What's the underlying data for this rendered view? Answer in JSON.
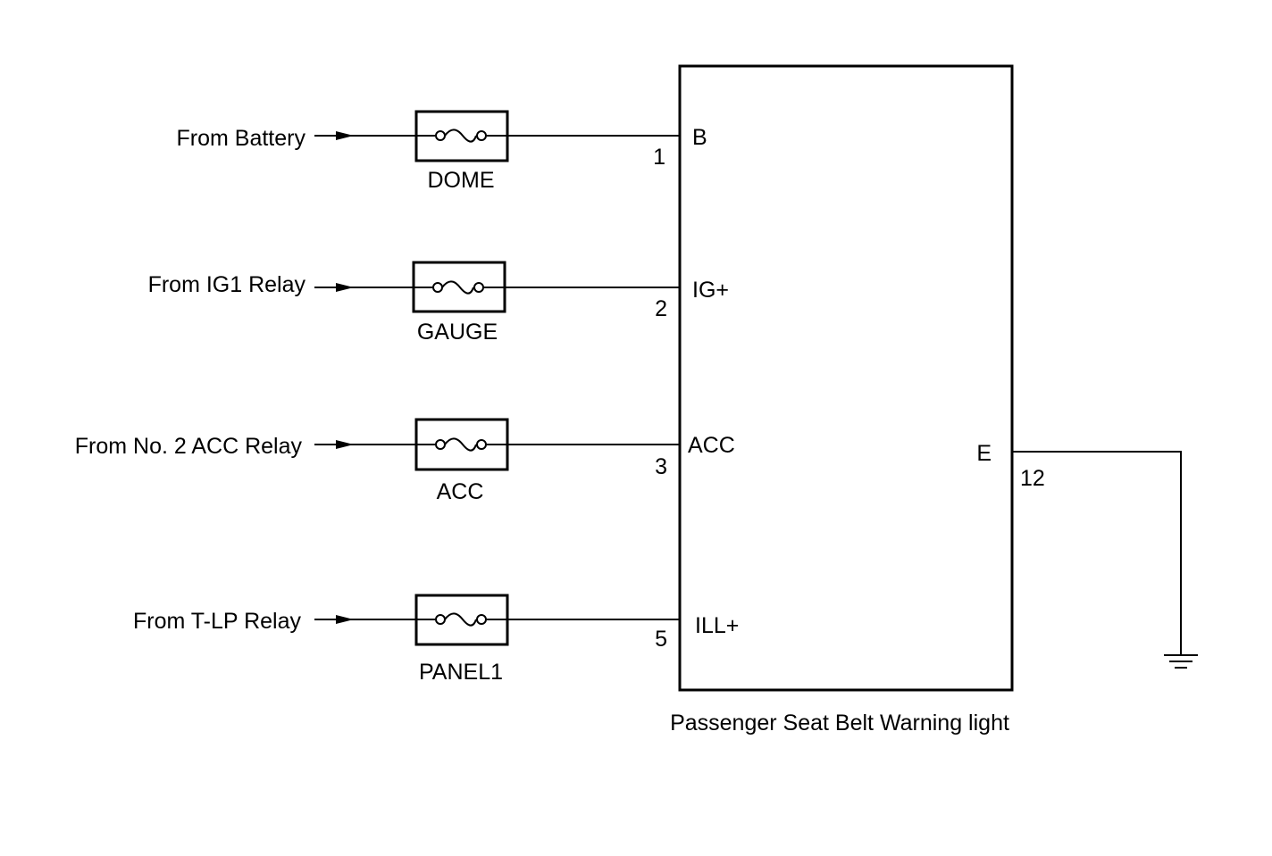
{
  "circuits": [
    {
      "source": "From Battery",
      "fuse": "DOME",
      "pin_number": "1",
      "terminal": "B"
    },
    {
      "source": "From IG1 Relay",
      "fuse": "GAUGE",
      "pin_number": "2",
      "terminal": "IG+"
    },
    {
      "source": "From No. 2 ACC Relay",
      "fuse": "ACC",
      "pin_number": "3",
      "terminal": "ACC"
    },
    {
      "source": "From T-LP Relay",
      "fuse": "PANEL1",
      "pin_number": "5",
      "terminal": "ILL+"
    }
  ],
  "component": {
    "name": "Passenger Seat Belt Warning light",
    "ground_terminal": "E",
    "ground_pin_number": "12"
  },
  "colors": {
    "line": "#000000",
    "background": "#ffffff"
  }
}
